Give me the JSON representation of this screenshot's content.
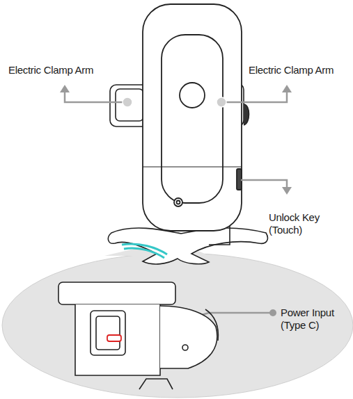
{
  "diagram": {
    "labels": [
      "Electric Clamp Arm",
      "Electric Clamp Arm",
      "Unlock Key (Touch)",
      "Power Input (Type C)"
    ]
  }
}
